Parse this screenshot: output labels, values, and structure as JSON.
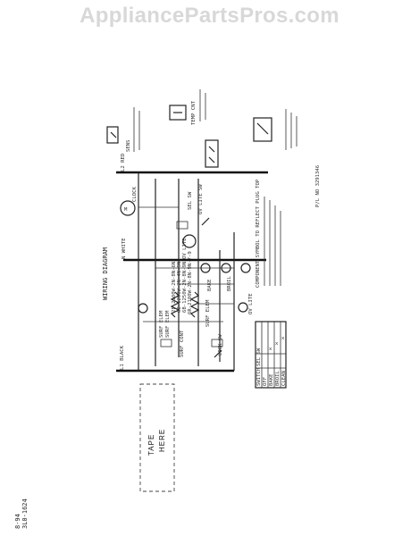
{
  "watermark": "AppliancePartsPros.com",
  "diagram": {
    "title": "WIRING DIAGRAM",
    "tape_here": [
      "TAPE",
      "HERE"
    ],
    "wires": {
      "black": "L1 BLACK",
      "white": "N WHITE",
      "red": "L2 RED"
    },
    "components": {
      "surf_elem": [
        "SURF ELEM",
        "SURF ELEM"
      ],
      "surf_cont": "SURF CONT",
      "clock": "CLOCK",
      "ov_lite": "OV LITE",
      "ov_lite_sw": "OV LITE SW",
      "bake": "BAKE",
      "broil": "BROIL",
      "sel_sw": "SEL SW",
      "lock_sw": "LOCK SW",
      "surf_elem_lower": "SURF ELEM",
      "ov_lite_lower": "OV LITE",
      "temp_cnt": "TEMP CNT",
      "sens": "SENS"
    },
    "ratings": [
      "2F-2100W-2N-8N-6N",
      "6B-1250W-2N-4N-9N",
      "6B-1250W-2N-8N-9N",
      "6R-2100W-2N-8N-9N-7-9"
    ],
    "notes": "COMPONENT SYMBOL TO REFLECT PLUG TOP",
    "table": {
      "headers": [
        "SWITCH",
        "SEL SW"
      ],
      "rows": [
        "OFF",
        "BAKE",
        "BROIL",
        "CLEAN"
      ]
    },
    "part_number": "P/L NO 3291346"
  },
  "footer": {
    "code1": "8-94",
    "code2": "3L0-1624"
  }
}
